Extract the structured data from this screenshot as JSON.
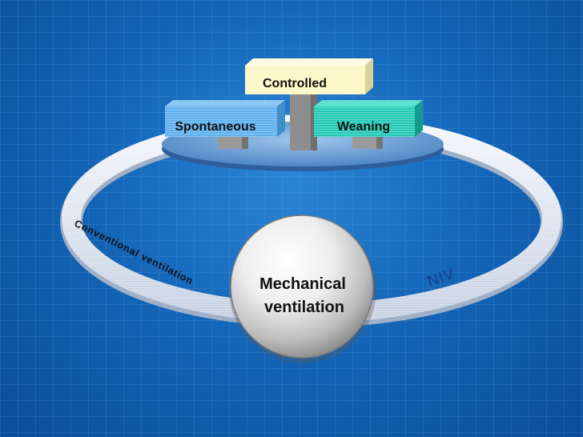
{
  "diagram": {
    "center": {
      "line1": "Mechanical",
      "line2": "ventilation"
    },
    "modes": {
      "controlled": "Controlled",
      "spontaneous": "Spontaneous",
      "weaning": "Weaning"
    },
    "ring": {
      "left_label": "Conventional ventilation",
      "right_label": "NIV"
    }
  },
  "colors": {
    "background": "#1466b8",
    "ring": "#dfe6f1",
    "controlled_box": "#fbf6c4",
    "spontaneous_box": "#5fb0ee",
    "weaning_box": "#24cbb6",
    "pillar": "#9a9a9a",
    "sphere": "#e8e8e8",
    "text_dark": "#111111"
  }
}
